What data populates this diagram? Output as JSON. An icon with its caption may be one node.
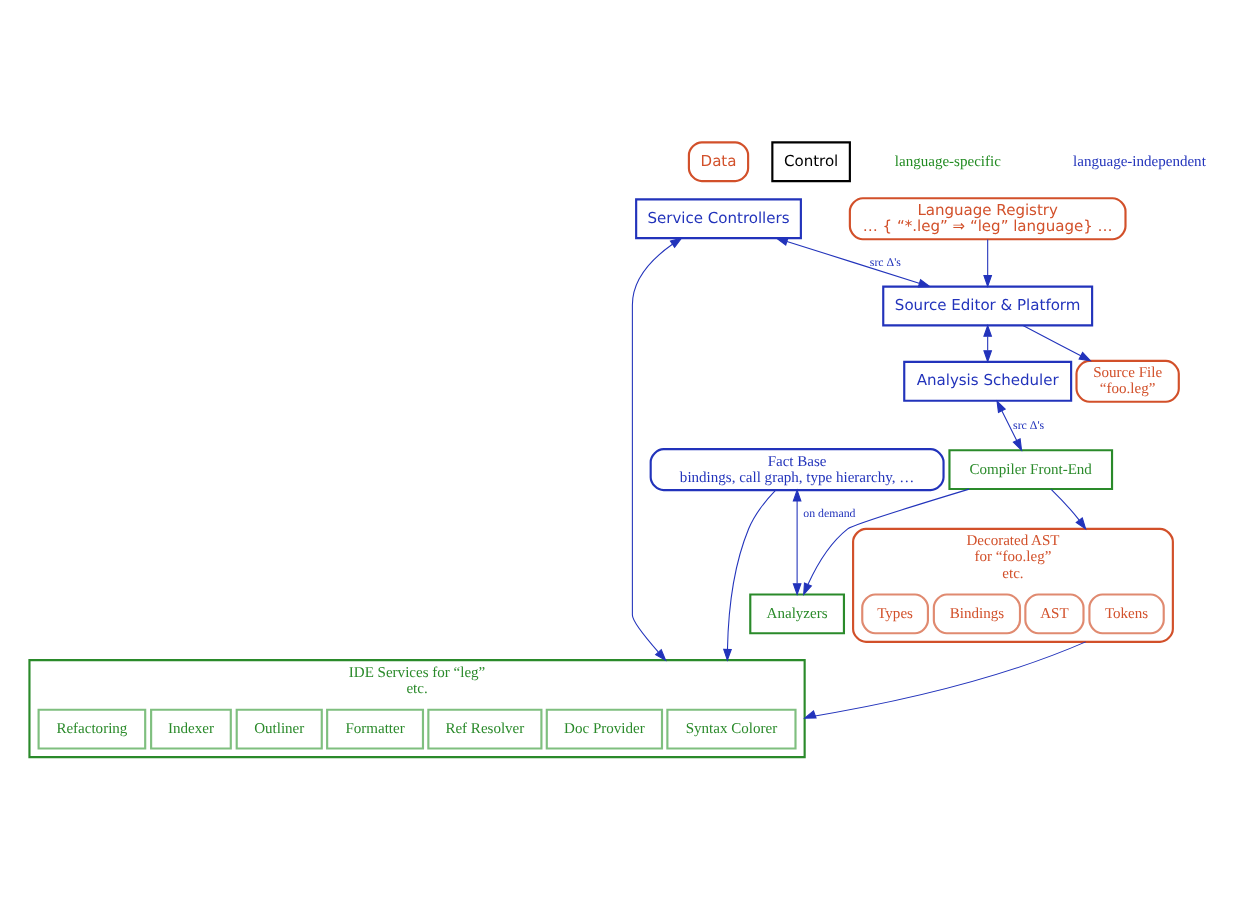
{
  "diagram": {
    "nodes": [
      {
        "text": [
          "Fact Base",
          "bindings, call graph, type hierarchy, …"
        ]
      },
      {
        "text": [
          "Analyzers"
        ]
      },
      {
        "text": [
          "Source File",
          "“foo.leg”"
        ]
      },
      {
        "text": [
          "Compiler Front-End"
        ]
      },
      {
        "text": [
          "Decorated AST",
          "for “foo.leg”",
          "etc."
        ]
      },
      {
        "text": [
          "Tokens"
        ],
        "in": 4
      },
      {
        "text": [
          "AST"
        ],
        "in": 4
      },
      {
        "text": [
          "Bindings"
        ],
        "in": 4
      },
      {
        "text": [
          "Types"
        ],
        "in": 4
      },
      {
        "text": [
          "Source Editor & Platform"
        ]
      },
      {
        "text": [
          "Analysis Scheduler"
        ]
      },
      {
        "text": [
          "Language Registry",
          "… { “*.leg” ⇒ “leg” language} …"
        ]
      },
      {
        "text": [
          "Service Controllers"
        ]
      },
      {
        "text": [
          "IDE Services for “leg”",
          "etc."
        ]
      },
      {
        "text": [
          "Syntax Colorer"
        ],
        "in": 13
      },
      {
        "text": [
          "Doc Provider"
        ],
        "in": 13
      },
      {
        "text": [
          "Ref Resolver"
        ],
        "in": 13
      },
      {
        "text": [
          "Formatter"
        ],
        "in": 13
      },
      {
        "text": [
          "Outliner"
        ],
        "in": 13
      },
      {
        "text": [
          "Indexer"
        ],
        "in": 13
      },
      {
        "text": [
          "Refactoring"
        ],
        "in": 13
      }
    ],
    "edges": [
      {
        "from": 0,
        "to": 1,
        "arrow": "both",
        "label": "on demand"
      },
      {
        "from": 3,
        "to": 1,
        "arrow": "to"
      },
      {
        "from": 3,
        "to": 4,
        "arrow": "to"
      },
      {
        "from": 10,
        "to": 3,
        "arrow": "both",
        "label": "src Δ's"
      },
      {
        "from": 9,
        "to": 2,
        "arrow": "to"
      },
      {
        "from": 9,
        "to": 10,
        "arrow": "both"
      },
      {
        "from": 11,
        "to": 9,
        "arrow": "to"
      },
      {
        "from": 12,
        "to": 9,
        "arrow": "both",
        "label": "src Δ's"
      },
      {
        "from": 12,
        "to": 13,
        "arrow": "both"
      },
      {
        "from": 4,
        "to": 13,
        "arrow": "to"
      },
      {
        "from": 0,
        "to": 13,
        "arrow": "to"
      }
    ],
    "legend": [
      {
        "text": "Data"
      },
      {
        "text": "Control"
      },
      {
        "text": "language-specific",
        "color": "#228b22"
      },
      {
        "text": "language-independent",
        "color": "#2233bb"
      }
    ]
  }
}
